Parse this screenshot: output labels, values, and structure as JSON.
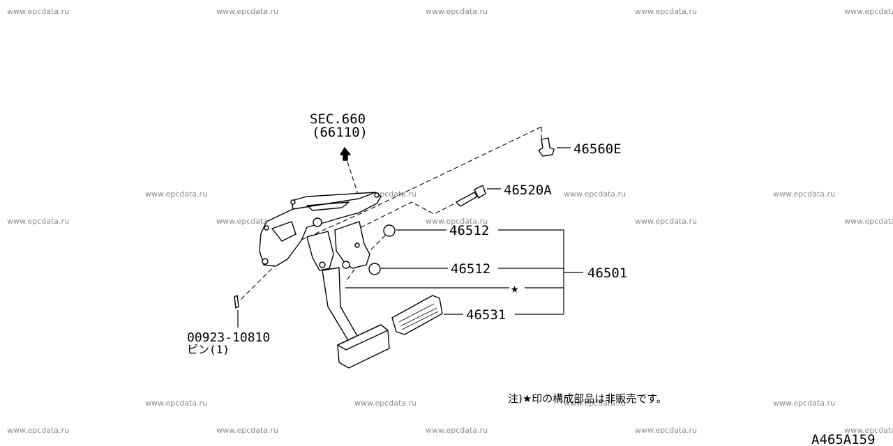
{
  "watermark": "www.epcdata.ru",
  "section_ref": {
    "line1": "SEC.660",
    "line2": "(66110)"
  },
  "callouts": {
    "clip": "46560E",
    "bolt": "46520A",
    "bush_upper": "46512",
    "bush_lower": "46512",
    "assembly": "46501",
    "pad": "46531",
    "star": "★"
  },
  "pin": {
    "part_no": "00923-10810",
    "desc": "ピン(1)"
  },
  "footnote": "注)★印の構成部品は非販売です。",
  "figure_code": "A465A159"
}
